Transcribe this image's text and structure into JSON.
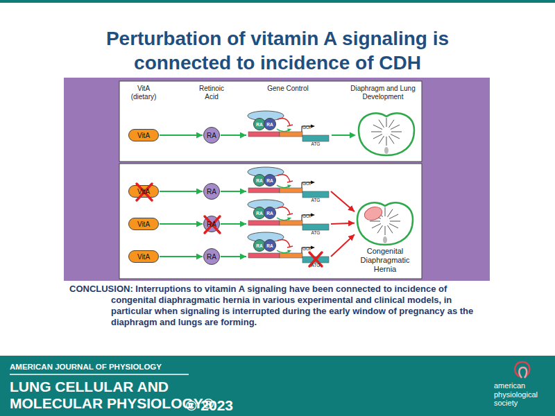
{
  "diagram": {
    "title": "Perturbation of vitamin A signaling is connected to incidence of CDH",
    "caption": "CONCLUSION: Interruptions to vitamin A signaling have been connected to incidence of congenital diaphragmatic hernia in various experimental and clinical models, in particular when signaling is interrupted during the early window of pregnancy as the diaphragm and lungs are forming.",
    "nodes": [
      {
        "text": [
          "VitA"
        ]
      },
      {
        "text": [
          "RA"
        ]
      },
      {
        "text": [
          "GOI",
          "ATG"
        ]
      },
      {
        "text": [
          "RA"
        ],
        "in": 2
      },
      {
        "text": [
          "RA"
        ],
        "in": 2
      },
      {
        "text": [
          "VitA"
        ]
      },
      {
        "text": [
          "RA"
        ]
      },
      {
        "text": [
          "GOI",
          "ATG"
        ]
      },
      {
        "text": [
          "RA"
        ],
        "in": 7
      },
      {
        "text": [
          "RA"
        ],
        "in": 7
      },
      {
        "text": [
          "VitA"
        ]
      },
      {
        "text": [
          "RA"
        ]
      },
      {
        "text": [
          "GOI",
          "ATG"
        ]
      },
      {
        "text": [
          "RA"
        ],
        "in": 12
      },
      {
        "text": [
          "RA"
        ],
        "in": 12
      },
      {
        "text": [
          "VitA"
        ]
      },
      {
        "text": [
          "RA"
        ]
      },
      {
        "text": [
          "GOI",
          "ATG"
        ]
      },
      {
        "text": [
          "RA"
        ],
        "in": 17
      },
      {
        "text": [
          "RA"
        ],
        "in": 17
      },
      {
        "text": [
          "Congenital Diaphragmatic Hernia"
        ]
      }
    ],
    "edges": [
      {
        "from": 0,
        "to": 1,
        "arrow": "to"
      },
      {
        "from": 1,
        "to": 2,
        "arrow": "to"
      },
      {
        "from": 5,
        "to": 6,
        "arrow": "to"
      },
      {
        "from": 6,
        "to": 7,
        "arrow": "to"
      },
      {
        "from": 10,
        "to": 11,
        "arrow": "to"
      },
      {
        "from": 11,
        "to": 12,
        "arrow": "to"
      },
      {
        "from": 15,
        "to": 16,
        "arrow": "to"
      },
      {
        "from": 16,
        "to": 17,
        "arrow": "to"
      },
      {
        "from": 7,
        "to": 20,
        "arrow": "to"
      },
      {
        "from": 12,
        "to": 20,
        "arrow": "to"
      },
      {
        "from": 17,
        "to": 20,
        "arrow": "to"
      }
    ],
    "labels": [
      "VitA (dietary)",
      "Retinoic Acid",
      "Gene Control",
      "Diaphragm and Lung Development",
      "AMERICAN JOURNAL OF PHYSIOLOGY",
      "LUNG CELLULAR AND MOLECULAR PHYSIOLOGY®",
      "© 2023",
      "american physiological society"
    ]
  }
}
